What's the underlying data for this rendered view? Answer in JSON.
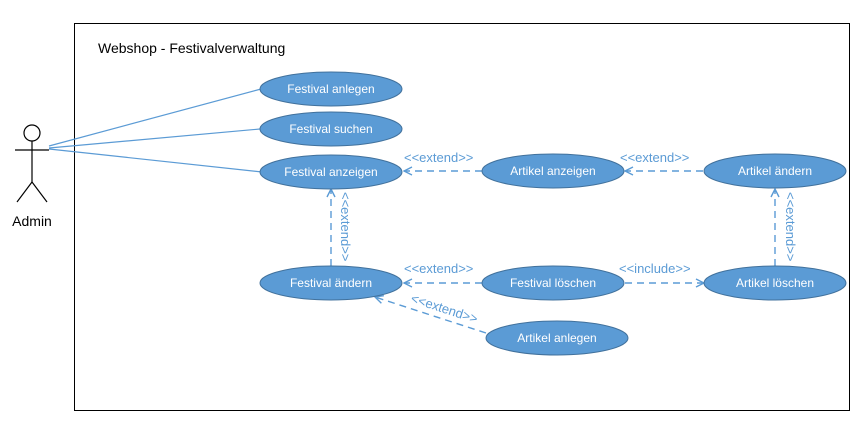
{
  "system": {
    "title": "Webshop - Festivalverwaltung"
  },
  "actor": {
    "name": "Admin"
  },
  "use_cases": {
    "festival_anlegen": "Festival anlegen",
    "festival_suchen": "Festival suchen",
    "festival_anzeigen": "Festival anzeigen",
    "artikel_anzeigen": "Artikel anzeigen",
    "artikel_aendern": "Artikel ändern",
    "festival_aendern": "Festival ändern",
    "festival_loeschen": "Festival löschen",
    "artikel_loeschen": "Artikel löschen",
    "artikel_anlegen": "Artikel anlegen"
  },
  "relationships": {
    "extend_1": "<<extend>>",
    "extend_2": "<<extend>>",
    "extend_3": "<<extend>>",
    "extend_4": "<<extend>>",
    "include_1": "<<include>>",
    "extend_5": "<<extend>>",
    "extend_6": "<<extend>>"
  },
  "colors": {
    "use_case_fill": "#5b9bd5",
    "use_case_stroke": "#41719c",
    "relation_line": "#5b9bd5",
    "label_text": "#5b9bd5"
  }
}
